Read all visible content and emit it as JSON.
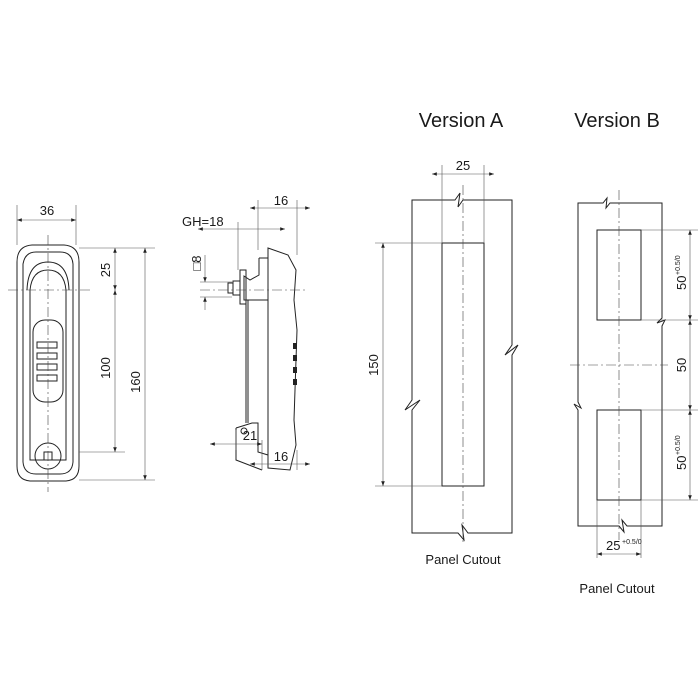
{
  "front_view": {
    "width_dim": "36",
    "top_dim": "25",
    "mid_dim": "100",
    "height_dim": "160"
  },
  "side_view": {
    "depth_top_dim": "16",
    "gh_dim": "GH=18",
    "square_dim": "□8",
    "bottom_dim_left": "21",
    "bottom_dim_right": "16"
  },
  "version_a": {
    "title": "Version A",
    "width_dim": "25",
    "height_dim": "150",
    "caption": "Panel Cutout"
  },
  "version_b": {
    "title": "Version B",
    "upper_dim": "50",
    "upper_tol": "+0.5/0",
    "mid_dim": "50",
    "lower_dim": "50",
    "lower_tol": "+0.5/0",
    "width_dim": "25",
    "width_tol": "+0.5/0",
    "caption": "Panel Cutout"
  }
}
